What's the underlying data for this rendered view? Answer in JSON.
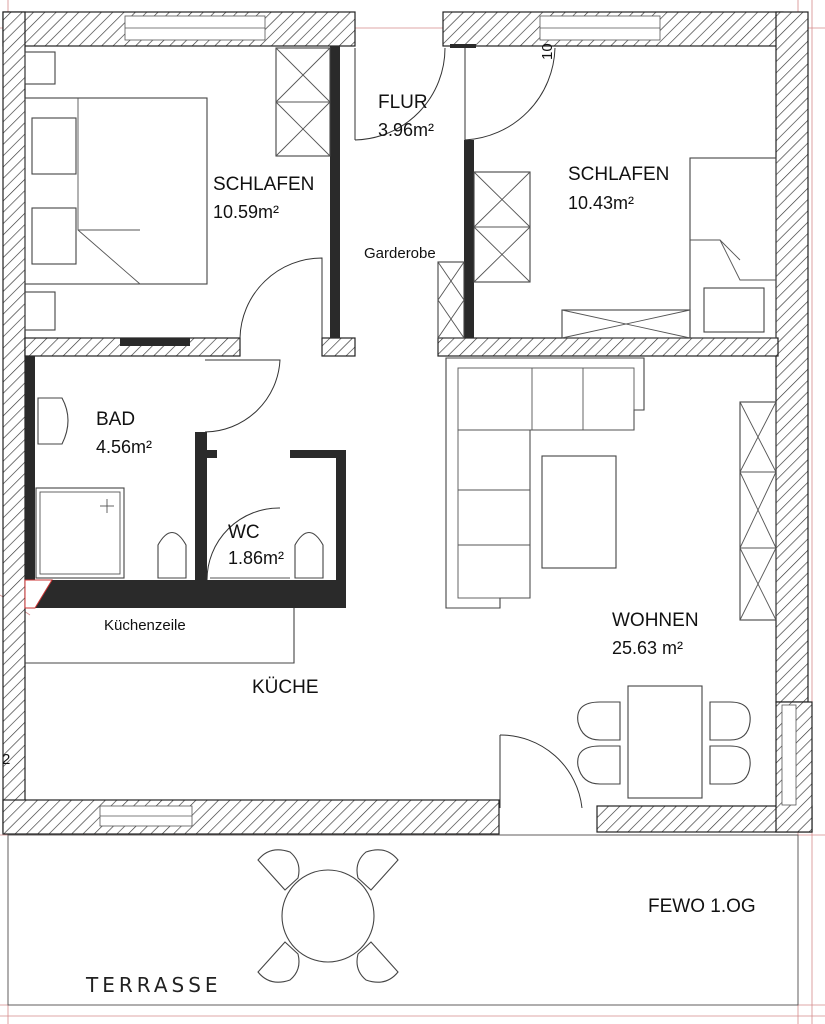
{
  "rooms": {
    "schlafen_left": {
      "name": "SCHLAFEN",
      "area": "10.59m²"
    },
    "flur": {
      "name": "FLUR",
      "area": "3.96m²"
    },
    "schlafen_right": {
      "name": "SCHLAFEN",
      "area": "10.43m²"
    },
    "garderobe": {
      "name": "Garderobe"
    },
    "bad": {
      "name": "BAD",
      "area": "4.56m²"
    },
    "wc": {
      "name": "WC",
      "area": "1.86m²"
    },
    "kuechenzeile": {
      "name": "Küchenzeile"
    },
    "kueche": {
      "name": "KÜCHE"
    },
    "wohnen": {
      "name": "WOHNEN",
      "area": "25.63 m²"
    },
    "terrasse": {
      "name": "TERRASSE"
    }
  },
  "plan_title": "FEWO 1.OG",
  "dimension_marks": {
    "top": "10",
    "left": "2"
  }
}
